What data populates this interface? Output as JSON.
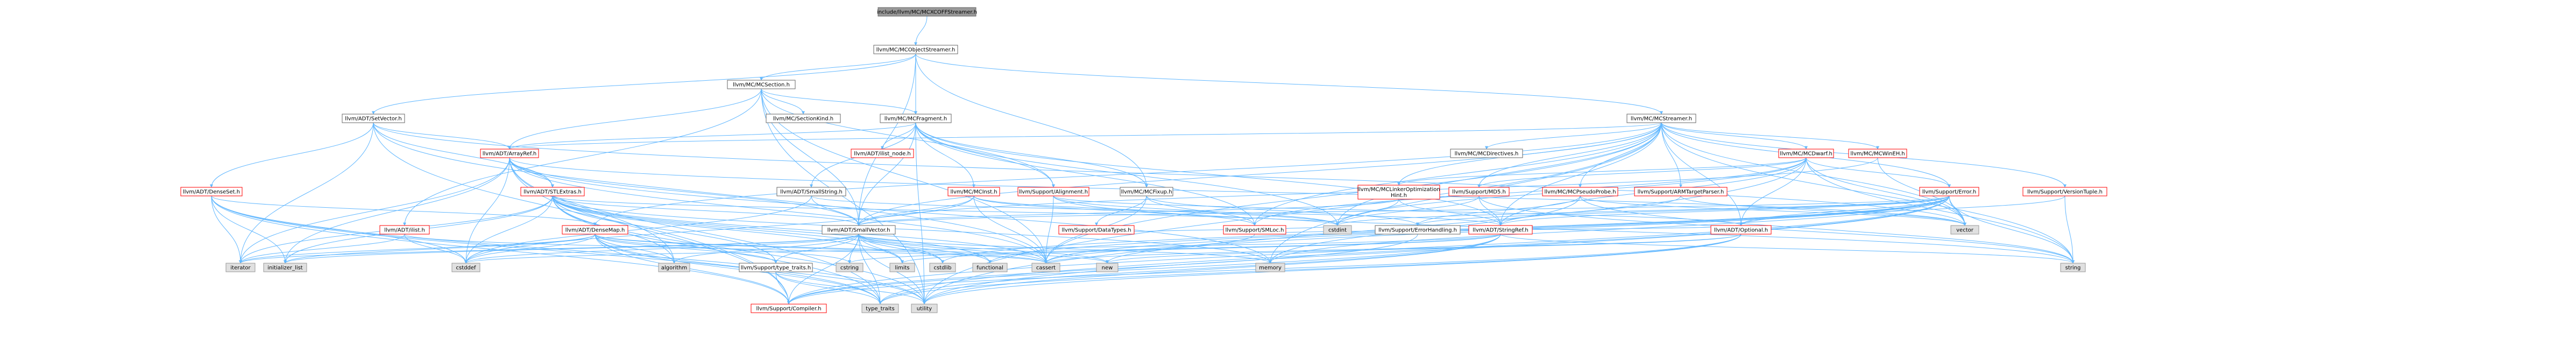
{
  "colors": {
    "edge": "#63b8ff",
    "root_fill": "#999999",
    "root_stroke": "#666666",
    "file_fill": "#ffffff",
    "file_stroke": "#666666",
    "file_text": "#000000",
    "truncated_stroke": "#ff0000",
    "truncated_text": "#000000",
    "system_fill": "#e0e0e0",
    "system_stroke": "#999999",
    "system_text": "#000000"
  },
  "nodes": [
    {
      "id": "root",
      "label": "include/llvm/MC/MCXCOFFStreamer.h",
      "kind": "root"
    },
    {
      "id": "mcobjectstreamer",
      "label": "llvm/MC/MCObjectStreamer.h",
      "kind": "file"
    },
    {
      "id": "mcsection",
      "label": "llvm/MC/MCSection.h",
      "kind": "file"
    },
    {
      "id": "setvector",
      "label": "llvm/ADT/SetVector.h",
      "kind": "file"
    },
    {
      "id": "mcfragment",
      "label": "llvm/MC/MCFragment.h",
      "kind": "file"
    },
    {
      "id": "mcstreamer",
      "label": "llvm/MC/MCStreamer.h",
      "kind": "file"
    },
    {
      "id": "mcsectionkind",
      "label": "llvm/MC/SectionKind.h",
      "kind": "file"
    },
    {
      "id": "arrayref",
      "label": "llvm/ADT/ArrayRef.h",
      "kind": "truncated"
    },
    {
      "id": "ilistnode",
      "label": "llvm/ADT/ilist_node.h",
      "kind": "truncated"
    },
    {
      "id": "mcdirectives",
      "label": "llvm/MC/MCDirectives.h",
      "kind": "file"
    },
    {
      "id": "mcdwarf",
      "label": "llvm/MC/MCDwarf.h",
      "kind": "truncated"
    },
    {
      "id": "mcwinEH",
      "label": "llvm/MC/MCWinEH.h",
      "kind": "truncated"
    },
    {
      "id": "densesetl",
      "label": "llvm/ADT/DenseSet.h",
      "kind": "truncated"
    },
    {
      "id": "stlextras",
      "label": "llvm/ADT/STLExtras.h",
      "kind": "truncated"
    },
    {
      "id": "smallstring",
      "label": "llvm/ADT/SmallString.h",
      "kind": "file"
    },
    {
      "id": "mcinst",
      "label": "llvm/MC/MCInst.h",
      "kind": "truncated"
    },
    {
      "id": "alignment",
      "label": "llvm/Support/Alignment.h",
      "kind": "truncated"
    },
    {
      "id": "mcfixup",
      "label": "llvm/MC/MCFixup.h",
      "kind": "file"
    },
    {
      "id": "mclinkeropt",
      "label": "llvm/MC/MCLinkerOptimization\nHint.h",
      "kind": "truncated"
    },
    {
      "id": "md5",
      "label": "llvm/Support/MD5.h",
      "kind": "truncated"
    },
    {
      "id": "mcpseudoprobe",
      "label": "llvm/MC/MCPseudoProbe.h",
      "kind": "truncated"
    },
    {
      "id": "armtarget",
      "label": "llvm/Support/ARMTargetParser.h",
      "kind": "truncated"
    },
    {
      "id": "supporterror",
      "label": "llvm/Support/Error.h",
      "kind": "truncated"
    },
    {
      "id": "versiontuple",
      "label": "llvm/Support/VersionTuple.h",
      "kind": "truncated"
    },
    {
      "id": "ilist",
      "label": "llvm/ADT/ilist.h",
      "kind": "truncated"
    },
    {
      "id": "densemap",
      "label": "llvm/ADT/DenseMap.h",
      "kind": "truncated"
    },
    {
      "id": "smallvector",
      "label": "llvm/ADT/SmallVector.h",
      "kind": "file"
    },
    {
      "id": "datatypes",
      "label": "llvm/Support/DataTypes.h",
      "kind": "truncated"
    },
    {
      "id": "smloc",
      "label": "llvm/Support/SMLoc.h",
      "kind": "truncated"
    },
    {
      "id": "errorhandling",
      "label": "llvm/Support/ErrorHandling.h",
      "kind": "file"
    },
    {
      "id": "stringref",
      "label": "llvm/ADT/StringRef.h",
      "kind": "truncated"
    },
    {
      "id": "optional",
      "label": "llvm/ADT/Optional.h",
      "kind": "truncated"
    },
    {
      "id": "cstdint",
      "label": "cstdint",
      "kind": "system"
    },
    {
      "id": "vector",
      "label": "vector",
      "kind": "system"
    },
    {
      "id": "typetraits",
      "label": "llvm/Support/type_traits.h",
      "kind": "file"
    },
    {
      "id": "iterator",
      "label": "iterator",
      "kind": "system"
    },
    {
      "id": "initializerlist",
      "label": "initializer_list",
      "kind": "system"
    },
    {
      "id": "cstddef",
      "label": "cstddef",
      "kind": "system"
    },
    {
      "id": "algorithm",
      "label": "algorithm",
      "kind": "system"
    },
    {
      "id": "cstring",
      "label": "cstring",
      "kind": "system"
    },
    {
      "id": "limits",
      "label": "limits",
      "kind": "system"
    },
    {
      "id": "cstdlib",
      "label": "cstdlib",
      "kind": "system"
    },
    {
      "id": "functional",
      "label": "functional",
      "kind": "system"
    },
    {
      "id": "cassert",
      "label": "cassert",
      "kind": "system"
    },
    {
      "id": "new",
      "label": "new",
      "kind": "system"
    },
    {
      "id": "memory",
      "label": "memory",
      "kind": "system"
    },
    {
      "id": "string",
      "label": "string",
      "kind": "system"
    },
    {
      "id": "compiler",
      "label": "llvm/Support/Compiler.h",
      "kind": "truncated"
    },
    {
      "id": "typetraitsstd",
      "label": "type_traits",
      "kind": "system"
    },
    {
      "id": "utility",
      "label": "utility",
      "kind": "system"
    }
  ],
  "edges": [
    [
      "root",
      "mcobjectstreamer"
    ],
    [
      "mcobjectstreamer",
      "mcsection"
    ],
    [
      "mcobjectstreamer",
      "setvector"
    ],
    [
      "mcobjectstreamer",
      "mcfragment"
    ],
    [
      "mcobjectstreamer",
      "mcstreamer"
    ],
    [
      "mcobjectstreamer",
      "smallvector"
    ],
    [
      "mcobjectstreamer",
      "mcfixup"
    ],
    [
      "mcsection",
      "mcsectionkind"
    ],
    [
      "mcsection",
      "mcfragment"
    ],
    [
      "mcsection",
      "ilist"
    ],
    [
      "mcsection",
      "smallvector"
    ],
    [
      "mcsection",
      "arrayref"
    ],
    [
      "mcsection",
      "cassert"
    ],
    [
      "mcsection",
      "alignment"
    ],
    [
      "mcsection",
      "utility"
    ],
    [
      "setvector",
      "arrayref"
    ],
    [
      "setvector",
      "densesetl"
    ],
    [
      "setvector",
      "stlextras"
    ],
    [
      "setvector",
      "compiler"
    ],
    [
      "setvector",
      "cassert"
    ],
    [
      "setvector",
      "iterator"
    ],
    [
      "setvector",
      "vector"
    ],
    [
      "mcfragment",
      "arrayref"
    ],
    [
      "mcfragment",
      "smallstring"
    ],
    [
      "mcfragment",
      "ilistnode"
    ],
    [
      "mcfragment",
      "mcinst"
    ],
    [
      "mcfragment",
      "alignment"
    ],
    [
      "mcfragment",
      "mcfixup"
    ],
    [
      "mcfragment",
      "smallvector"
    ],
    [
      "mcfragment",
      "smloc"
    ],
    [
      "mcfragment",
      "cstdint"
    ],
    [
      "mcfragment",
      "utility"
    ],
    [
      "mcfragment",
      "stringref"
    ],
    [
      "mcstreamer",
      "mcdirectives"
    ],
    [
      "mcstreamer",
      "mcdwarf"
    ],
    [
      "mcstreamer",
      "mcwinEH"
    ],
    [
      "mcstreamer",
      "mclinkeropt"
    ],
    [
      "mcstreamer",
      "md5"
    ],
    [
      "mcstreamer",
      "mcpseudoprobe"
    ],
    [
      "mcstreamer",
      "armtarget"
    ],
    [
      "mcstreamer",
      "supporterror"
    ],
    [
      "mcstreamer",
      "versiontuple"
    ],
    [
      "mcstreamer",
      "smloc"
    ],
    [
      "mcstreamer",
      "arrayref"
    ],
    [
      "mcstreamer",
      "densemap"
    ],
    [
      "mcstreamer",
      "optional"
    ],
    [
      "mcstreamer",
      "smallvector"
    ],
    [
      "mcstreamer",
      "stringref"
    ],
    [
      "mcstreamer",
      "cstdint"
    ],
    [
      "mcstreamer",
      "cassert"
    ],
    [
      "mcstreamer",
      "memory"
    ],
    [
      "mcstreamer",
      "string"
    ],
    [
      "mcstreamer",
      "utility"
    ],
    [
      "mcstreamer",
      "vector"
    ],
    [
      "arrayref",
      "stlextras"
    ],
    [
      "arrayref",
      "smallvector"
    ],
    [
      "arrayref",
      "compiler"
    ],
    [
      "arrayref",
      "algorithm"
    ],
    [
      "arrayref",
      "array"
    ],
    [
      "arrayref",
      "cassert"
    ],
    [
      "arrayref",
      "cstddef"
    ],
    [
      "arrayref",
      "initializerlist"
    ],
    [
      "arrayref",
      "iterator"
    ],
    [
      "arrayref",
      "memory"
    ],
    [
      "arrayref",
      "typetraitsstd"
    ],
    [
      "arrayref",
      "vector"
    ],
    [
      "densesetl",
      "densemap"
    ],
    [
      "densesetl",
      "compiler"
    ],
    [
      "densesetl",
      "typetraitsstd"
    ],
    [
      "densesetl",
      "cstddef"
    ],
    [
      "densesetl",
      "initializerlist"
    ],
    [
      "densesetl",
      "iterator"
    ],
    [
      "densesetl",
      "utility"
    ],
    [
      "stlextras",
      "smallvector"
    ],
    [
      "stlextras",
      "algorithm"
    ],
    [
      "stlextras",
      "cassert"
    ],
    [
      "stlextras",
      "cstddef"
    ],
    [
      "stlextras",
      "cstdint"
    ],
    [
      "stlextras",
      "cstdlib"
    ],
    [
      "stlextras",
      "functional"
    ],
    [
      "stlextras",
      "initializerlist"
    ],
    [
      "stlextras",
      "iterator"
    ],
    [
      "stlextras",
      "limits"
    ],
    [
      "stlextras",
      "memory"
    ],
    [
      "stlextras",
      "typetraitsstd"
    ],
    [
      "stlextras",
      "utility"
    ],
    [
      "stlextras",
      "typetraits"
    ],
    [
      "smallstring",
      "smallvector"
    ],
    [
      "smallstring",
      "stringref"
    ],
    [
      "smallstring",
      "cstddef"
    ],
    [
      "mcinst",
      "smallvector"
    ],
    [
      "mcinst",
      "smloc"
    ],
    [
      "mcinst",
      "cassert"
    ],
    [
      "mcinst",
      "cstddef"
    ],
    [
      "mcinst",
      "cstdint"
    ],
    [
      "alignment",
      "cassert"
    ],
    [
      "alignment",
      "optional"
    ],
    [
      "alignment",
      "cstdint"
    ],
    [
      "alignment",
      "string"
    ],
    [
      "mcfixup",
      "smloc"
    ],
    [
      "mcfixup",
      "errorhandling"
    ],
    [
      "mcfixup",
      "cassert"
    ],
    [
      "mcfixup",
      "datatypes"
    ],
    [
      "mclinkeropt",
      "stringref"
    ],
    [
      "mclinkeropt",
      "smallvector"
    ],
    [
      "mclinkeropt",
      "cstdint"
    ],
    [
      "md5",
      "stringref"
    ],
    [
      "md5",
      "cstdint"
    ],
    [
      "md5",
      "string"
    ],
    [
      "mcpseudoprobe",
      "errorhandling"
    ],
    [
      "mcpseudoprobe",
      "string"
    ],
    [
      "mcpseudoprobe",
      "vector"
    ],
    [
      "mcpseudoprobe",
      "memory"
    ],
    [
      "mcdwarf",
      "md5"
    ],
    [
      "mcdwarf",
      "supporterror"
    ],
    [
      "mcdwarf",
      "stringref"
    ],
    [
      "mcdwarf",
      "optional"
    ],
    [
      "mcdwarf",
      "smloc"
    ],
    [
      "mcdwarf",
      "cstdint"
    ],
    [
      "mcdwarf",
      "string"
    ],
    [
      "mcdwarf",
      "utility"
    ],
    [
      "mcdwarf",
      "vector"
    ],
    [
      "mcdwarf",
      "mclinkeropt"
    ],
    [
      "mcwinEH",
      "smallvector"
    ],
    [
      "mcwinEH",
      "vector"
    ],
    [
      "armtarget",
      "stringref"
    ],
    [
      "armtarget",
      "vector"
    ],
    [
      "supporterror",
      "errorhandling"
    ],
    [
      "supporterror",
      "optional"
    ],
    [
      "supporterror",
      "cassert"
    ],
    [
      "supporterror",
      "cstdint"
    ],
    [
      "supporterror",
      "cstdlib"
    ],
    [
      "supporterror",
      "functional"
    ],
    [
      "supporterror",
      "memory"
    ],
    [
      "supporterror",
      "new"
    ],
    [
      "supporterror",
      "string"
    ],
    [
      "supporterror",
      "typetraitsstd"
    ],
    [
      "supporterror",
      "utility"
    ],
    [
      "supporterror",
      "vector"
    ],
    [
      "supporterror",
      "compiler"
    ],
    [
      "supporterror",
      "stringref"
    ],
    [
      "supporterror",
      "smallvector"
    ],
    [
      "versiontuple",
      "string"
    ],
    [
      "versiontuple",
      "optional"
    ],
    [
      "ilist",
      "iterator"
    ],
    [
      "ilist",
      "cassert"
    ],
    [
      "ilist",
      "cstddef"
    ],
    [
      "densemap",
      "algorithm"
    ],
    [
      "densemap",
      "cassert"
    ],
    [
      "densemap",
      "cstddef"
    ],
    [
      "densemap",
      "cstring"
    ],
    [
      "densemap",
      "initializerlist"
    ],
    [
      "densemap",
      "iterator"
    ],
    [
      "densemap",
      "new"
    ],
    [
      "densemap",
      "typetraitsstd"
    ],
    [
      "densemap",
      "utility"
    ],
    [
      "densemap",
      "compiler"
    ],
    [
      "densemap",
      "typetraits"
    ],
    [
      "smallvector",
      "compiler"
    ],
    [
      "smallvector",
      "typetraits"
    ],
    [
      "smallvector",
      "algorithm"
    ],
    [
      "smallvector",
      "cassert"
    ],
    [
      "smallvector",
      "cstddef"
    ],
    [
      "smallvector",
      "cstdlib"
    ],
    [
      "smallvector",
      "cstring"
    ],
    [
      "smallvector",
      "functional"
    ],
    [
      "smallvector",
      "initializerlist"
    ],
    [
      "smallvector",
      "iterator"
    ],
    [
      "smallvector",
      "limits"
    ],
    [
      "smallvector",
      "memory"
    ],
    [
      "smallvector",
      "new"
    ],
    [
      "smallvector",
      "typetraitsstd"
    ],
    [
      "smallvector",
      "utility"
    ],
    [
      "typetraits",
      "typetraitsstd"
    ],
    [
      "typetraits",
      "utility"
    ],
    [
      "typetraits",
      "compiler"
    ],
    [
      "errorhandling",
      "compiler"
    ],
    [
      "stringref",
      "compiler"
    ],
    [
      "stringref",
      "typetraitsstd"
    ],
    [
      "stringref",
      "utility"
    ],
    [
      "stringref",
      "string"
    ],
    [
      "stringref",
      "cstddef"
    ],
    [
      "stringref",
      "cstring"
    ],
    [
      "stringref",
      "limits"
    ],
    [
      "optional",
      "compiler"
    ],
    [
      "optional",
      "typetraitsstd"
    ],
    [
      "optional",
      "utility"
    ],
    [
      "optional",
      "new"
    ],
    [
      "optional",
      "cassert"
    ],
    [
      "smloc",
      "cassert"
    ],
    [
      "smloc",
      "optional"
    ],
    [
      "datatypes",
      "cstdint"
    ]
  ]
}
